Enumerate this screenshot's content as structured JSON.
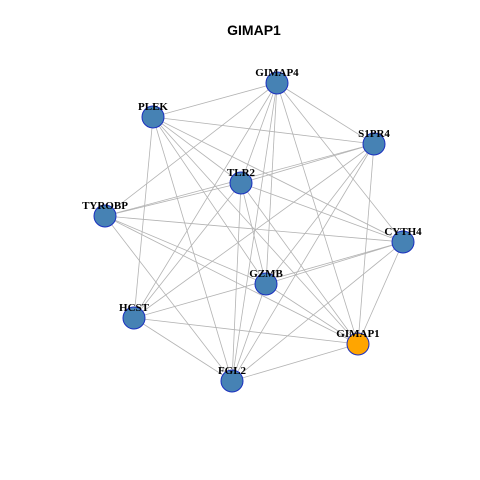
{
  "title": "GIMAP1",
  "colors": {
    "node_default": "#4682B4",
    "node_highlight": "#FFA500",
    "node_border": "#1a2fbf",
    "edge": "#b3b3b3"
  },
  "nodes": [
    {
      "id": "GIMAP4",
      "label": "GIMAP4",
      "highlight": false
    },
    {
      "id": "PLEK",
      "label": "PLEK",
      "highlight": false
    },
    {
      "id": "S1PR4",
      "label": "S1PR4",
      "highlight": false
    },
    {
      "id": "TLR2",
      "label": "TLR2",
      "highlight": false
    },
    {
      "id": "TYROBP",
      "label": "TYROBP",
      "highlight": false
    },
    {
      "id": "CYTH4",
      "label": "CYTH4",
      "highlight": false
    },
    {
      "id": "GZMB",
      "label": "GZMB",
      "highlight": false
    },
    {
      "id": "HCST",
      "label": "HCST",
      "highlight": false
    },
    {
      "id": "GIMAP1",
      "label": "GIMAP1",
      "highlight": true
    },
    {
      "id": "FGL2",
      "label": "FGL2",
      "highlight": false
    }
  ],
  "edges": [
    [
      "GIMAP4",
      "PLEK"
    ],
    [
      "GIMAP4",
      "S1PR4"
    ],
    [
      "GIMAP4",
      "TLR2"
    ],
    [
      "GIMAP4",
      "TYROBP"
    ],
    [
      "GIMAP4",
      "CYTH4"
    ],
    [
      "GIMAP4",
      "GZMB"
    ],
    [
      "GIMAP4",
      "HCST"
    ],
    [
      "GIMAP4",
      "GIMAP1"
    ],
    [
      "GIMAP4",
      "FGL2"
    ],
    [
      "PLEK",
      "S1PR4"
    ],
    [
      "PLEK",
      "TLR2"
    ],
    [
      "PLEK",
      "CYTH4"
    ],
    [
      "PLEK",
      "GZMB"
    ],
    [
      "PLEK",
      "HCST"
    ],
    [
      "PLEK",
      "GIMAP1"
    ],
    [
      "PLEK",
      "FGL2"
    ],
    [
      "S1PR4",
      "TLR2"
    ],
    [
      "S1PR4",
      "TYROBP"
    ],
    [
      "S1PR4",
      "GZMB"
    ],
    [
      "S1PR4",
      "HCST"
    ],
    [
      "S1PR4",
      "GIMAP1"
    ],
    [
      "S1PR4",
      "FGL2"
    ],
    [
      "TLR2",
      "TYROBP"
    ],
    [
      "TLR2",
      "CYTH4"
    ],
    [
      "TLR2",
      "GZMB"
    ],
    [
      "TLR2",
      "HCST"
    ],
    [
      "TLR2",
      "GIMAP1"
    ],
    [
      "TLR2",
      "FGL2"
    ],
    [
      "TYROBP",
      "CYTH4"
    ],
    [
      "TYROBP",
      "GZMB"
    ],
    [
      "TYROBP",
      "GIMAP1"
    ],
    [
      "TYROBP",
      "FGL2"
    ],
    [
      "CYTH4",
      "GZMB"
    ],
    [
      "CYTH4",
      "HCST"
    ],
    [
      "CYTH4",
      "GIMAP1"
    ],
    [
      "CYTH4",
      "FGL2"
    ],
    [
      "GZMB",
      "GIMAP1"
    ],
    [
      "GZMB",
      "FGL2"
    ],
    [
      "HCST",
      "GIMAP1"
    ],
    [
      "HCST",
      "FGL2"
    ],
    [
      "GIMAP1",
      "FGL2"
    ]
  ]
}
